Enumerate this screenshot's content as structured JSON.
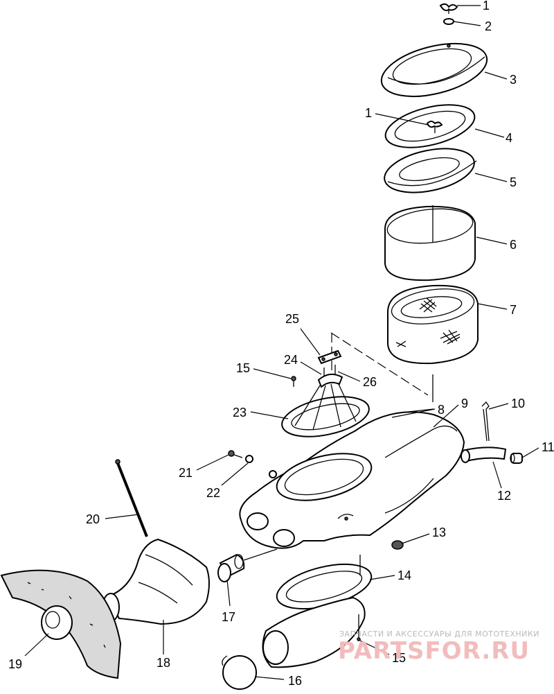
{
  "labels": [
    {
      "id": "l1a",
      "text": "1"
    },
    {
      "id": "l2",
      "text": "2"
    },
    {
      "id": "l3",
      "text": "3"
    },
    {
      "id": "l1b",
      "text": "1"
    },
    {
      "id": "l4",
      "text": "4"
    },
    {
      "id": "l5",
      "text": "5"
    },
    {
      "id": "l6",
      "text": "6"
    },
    {
      "id": "l7",
      "text": "7"
    },
    {
      "id": "l25",
      "text": "25"
    },
    {
      "id": "l24",
      "text": "24"
    },
    {
      "id": "l15a",
      "text": "15"
    },
    {
      "id": "l26",
      "text": "26"
    },
    {
      "id": "l23",
      "text": "23"
    },
    {
      "id": "l8",
      "text": "8"
    },
    {
      "id": "l9",
      "text": "9"
    },
    {
      "id": "l10",
      "text": "10"
    },
    {
      "id": "l11",
      "text": "11"
    },
    {
      "id": "l21",
      "text": "21"
    },
    {
      "id": "l22",
      "text": "22"
    },
    {
      "id": "l12",
      "text": "12"
    },
    {
      "id": "l20",
      "text": "20"
    },
    {
      "id": "l13",
      "text": "13"
    },
    {
      "id": "l14",
      "text": "14"
    },
    {
      "id": "l17",
      "text": "17"
    },
    {
      "id": "l19",
      "text": "19"
    },
    {
      "id": "l18",
      "text": "18"
    },
    {
      "id": "l15b",
      "text": "15"
    },
    {
      "id": "l16",
      "text": "16"
    }
  ],
  "watermark": {
    "caption": "ЗАПЧАСТИ И АКСЕССУАРЫ ДЛЯ МОТОТЕХНИКИ",
    "brand": "PARTSFOR.RU"
  }
}
